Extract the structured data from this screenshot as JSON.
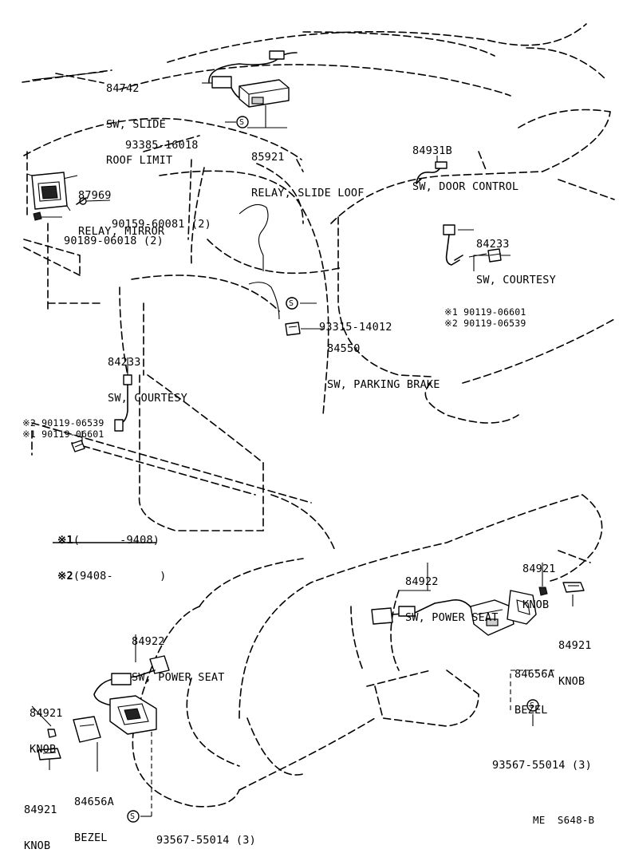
{
  "callouts": [
    {
      "id": "sw-slide-roof-limit",
      "num": "84742",
      "desc": [
        "SW, SLIDE",
        "ROOF LIMIT"
      ]
    },
    {
      "id": "relay-slide-roof",
      "num": "85921",
      "desc": [
        "RELAY, SLIDE LOOF"
      ]
    },
    {
      "id": "bolt-93385",
      "num": "93385-16018",
      "desc": []
    },
    {
      "id": "sw-door-control",
      "num": "84931B",
      "desc": [
        "SW, DOOR CONTROL"
      ]
    },
    {
      "id": "relay-mirror",
      "num": "87969",
      "desc": [
        "RELAY, MIRROR"
      ]
    },
    {
      "id": "screw-90159",
      "num": "90159-60081 (2)",
      "desc": []
    },
    {
      "id": "nut-90189",
      "num": "90189-06018 (2)",
      "desc": []
    },
    {
      "id": "sw-courtesy-right",
      "num": "84233",
      "desc": [
        "SW, COURTESY"
      ]
    },
    {
      "id": "screw-right-1",
      "num": "※1 90119-06601",
      "desc": []
    },
    {
      "id": "screw-right-2",
      "num": "※2 90119-06539",
      "desc": []
    },
    {
      "id": "screw-93315",
      "num": "93315-14012",
      "desc": []
    },
    {
      "id": "sw-parking-brake",
      "num": "84550",
      "desc": [
        "SW, PARKING BRAKE"
      ]
    },
    {
      "id": "sw-courtesy-left",
      "num": "84233",
      "desc": [
        "SW, COURTESY"
      ]
    },
    {
      "id": "screw-left-2",
      "num": "※2 90119-06539",
      "desc": []
    },
    {
      "id": "screw-left-1",
      "num": "※1 90119-06601",
      "desc": []
    },
    {
      "id": "sw-power-seat-right",
      "num": "84922",
      "desc": [
        "SW, POWER SEAT"
      ]
    },
    {
      "id": "knob-right-upper",
      "num": "84921",
      "desc": [
        "KNOB"
      ]
    },
    {
      "id": "knob-right-lower",
      "num": "84921",
      "desc": [
        "KNOB"
      ]
    },
    {
      "id": "bezel-right",
      "num": "84656A",
      "desc": [
        "BEZEL"
      ]
    },
    {
      "id": "screw-93567-right",
      "num": "93567-55014 (3)",
      "desc": []
    },
    {
      "id": "sw-power-seat-left",
      "num": "84922",
      "desc": [
        "SW, POWER SEAT"
      ]
    },
    {
      "id": "knob-left-upper",
      "num": "84921",
      "desc": [
        "KNOB"
      ]
    },
    {
      "id": "bezel-left",
      "num": "84656A",
      "desc": [
        "BEZEL"
      ]
    },
    {
      "id": "knob-left-lower",
      "num": "84921",
      "desc": [
        "KNOB"
      ]
    },
    {
      "id": "screw-93567-left",
      "num": "93567-55014 (3)",
      "desc": []
    }
  ],
  "legend": [
    {
      "mark": "※1",
      "range": "(      -9408)"
    },
    {
      "mark": "※2",
      "range": "(9408-       )"
    }
  ],
  "symbols": {
    "s_mark": "S"
  },
  "figure_code": "ME  S648-B"
}
